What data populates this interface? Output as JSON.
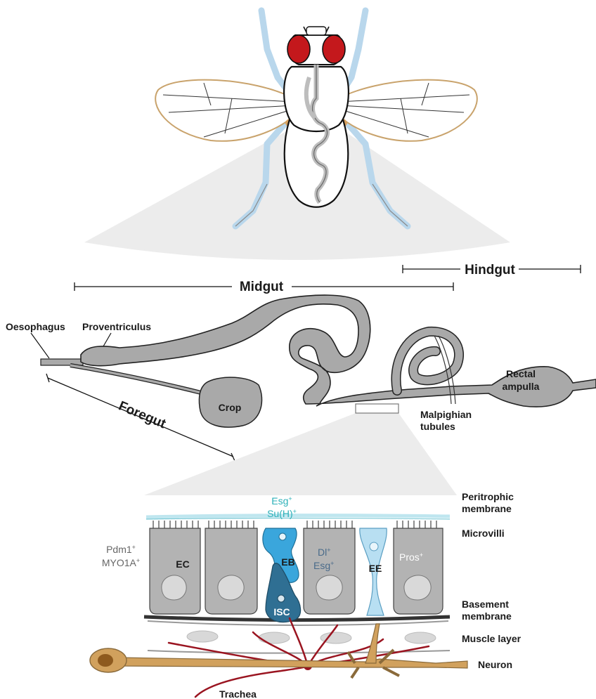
{
  "regions": {
    "midgut": "Midgut",
    "hindgut": "Hindgut",
    "foregut": "Foregut"
  },
  "gut_parts": {
    "oesophagus": "Oesophagus",
    "proventriculus": "Proventriculus",
    "crop": "Crop",
    "malpighian_line1": "Malpighian",
    "malpighian_line2": "tubules",
    "rectal_line1": "Rectal",
    "rectal_line2": "ampulla"
  },
  "tissue_layers": {
    "peritrophic_line1": "Peritrophic",
    "peritrophic_line2": "membrane",
    "microvilli": "Microvilli",
    "basement_line1": "Basement",
    "basement_line2": "membrane",
    "muscle": "Muscle layer",
    "neuron": "Neuron",
    "trachea": "Trachea"
  },
  "cells": {
    "ec": "EC",
    "eb": "EB",
    "isc": "ISC",
    "ee": "EE"
  },
  "markers": {
    "esg_base": "Esg",
    "esg_sup": "+",
    "suh_base": "Su(H)",
    "suh_sup": "+",
    "pdm1_base": "Pdm1",
    "pdm1_sup": "+",
    "myo1a_base": "MYO1A",
    "myo1a_sup": "+",
    "dl_base": "Dl",
    "dl_sup": "+",
    "esg2_base": "Esg",
    "esg2_sup": "+",
    "pros_base": "Pros",
    "pros_sup": "+"
  },
  "colors": {
    "gut_gray": "#a9a9a9",
    "cell_gray": "#b3b3b3",
    "eb_blue": "#3aa6dc",
    "isc_teal": "#2f6f93",
    "ee_light": "#b8dff2",
    "fly_eye": "#c4181c",
    "wing_vein": "#c9a36c",
    "neuron": "#c99a54",
    "trachea": "#9a1420",
    "esg_text": "#2bb0b8",
    "marker_gray": "#666666",
    "dl_text": "#4a6b8a",
    "pros_text": "#ffffff"
  }
}
